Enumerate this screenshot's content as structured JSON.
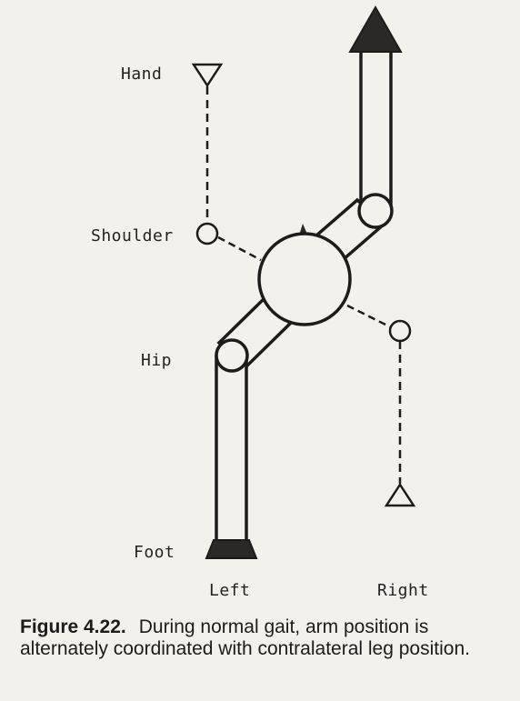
{
  "labels": {
    "hand": "Hand",
    "shoulder": "Shoulder",
    "hip": "Hip",
    "foot": "Foot",
    "left": "Left",
    "right": "Right"
  },
  "caption": {
    "figure_number": "Figure 4.22.",
    "text": "During normal gait, arm position is alternately coordinated with contralateral leg position."
  },
  "colors": {
    "paper": "#f3f1ec",
    "ink": "#1d1c1b",
    "fill_dark": "#2a2928"
  }
}
